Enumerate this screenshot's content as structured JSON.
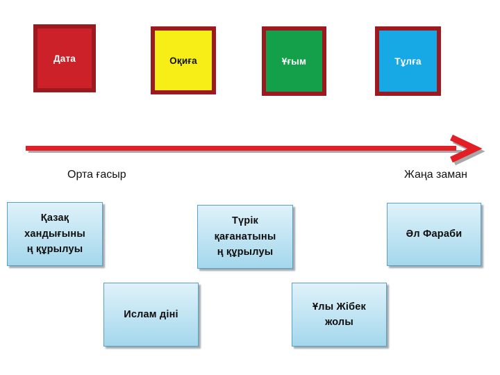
{
  "slide": {
    "background_color": "#ffffff",
    "legend_boxes": [
      {
        "label": "Дата",
        "fill": "#cd2129",
        "border": "#9c1a1f",
        "text_color": "#ffffff"
      },
      {
        "label": "Оқиға",
        "fill": "#f7ed17",
        "border": "#9c1a1f",
        "text_color": "#111111"
      },
      {
        "label": "Ұғым",
        "fill": "#14a04a",
        "border": "#9c1a1f",
        "text_color": "#ffffff"
      },
      {
        "label": "Тұлға",
        "fill": "#16a9e5",
        "border": "#9c1a1f",
        "text_color": "#ffffff"
      }
    ],
    "timeline": {
      "arrow_color": "#e21f26",
      "shadow_color": "#a8a8a8",
      "left_label": "Орта ғасыр",
      "right_label": "Жаңа заман"
    },
    "topic_box_style": {
      "fill_top": "#dff2fa",
      "fill_bottom": "#a4d7ec",
      "border": "#58a0c4"
    },
    "topic_boxes": [
      {
        "label": "Қазақ\nхандығыны\nң құрылуы"
      },
      {
        "label": "Түрік\nқағанатыны\nң құрылуы"
      },
      {
        "label": "Әл Фараби"
      },
      {
        "label": "Ислам діні"
      },
      {
        "label": "Ұлы Жібек\nжолы"
      }
    ]
  }
}
